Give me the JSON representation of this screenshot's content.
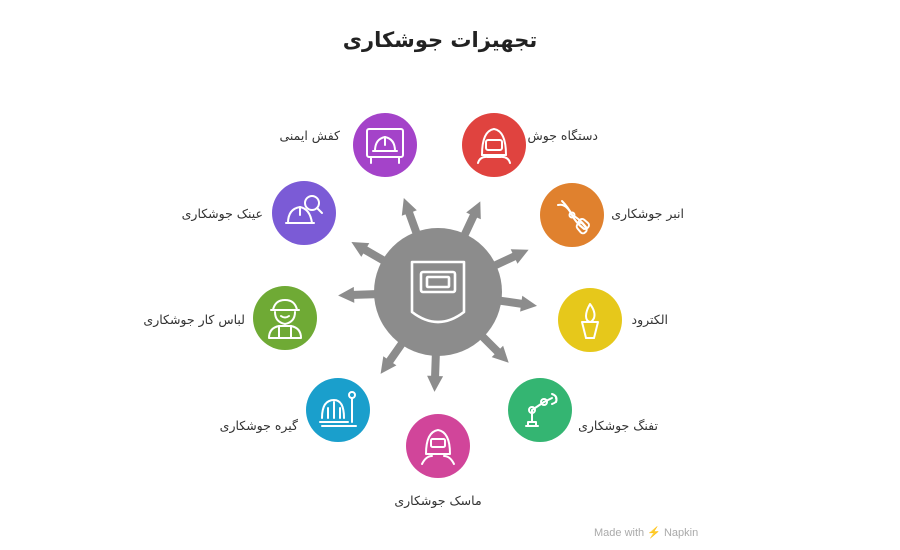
{
  "title": "تجهیزات جوشکاری",
  "hub": {
    "icon": "welding-helmet-icon",
    "color": "#8c8c8c"
  },
  "items": [
    {
      "label": "دستگاه جوش",
      "color": "#e0433f",
      "icon": "welder-helmet-icon"
    },
    {
      "label": "انبر جوشکاری",
      "color": "#e0812e",
      "icon": "pliers-icon"
    },
    {
      "label": "الکترود",
      "color": "#e6c81b",
      "icon": "flame-icon"
    },
    {
      "label": "تفنگ جوشکاری",
      "color": "#34b572",
      "icon": "robot-arm-icon"
    },
    {
      "label": "ماسک جوشکاری",
      "color": "#d1459a",
      "icon": "welder-mask-icon"
    },
    {
      "label": "گیره جوشکاری",
      "color": "#1a9fcc",
      "icon": "clamp-icon"
    },
    {
      "label": "لباس کار جوشکاری",
      "color": "#6faa35",
      "icon": "worker-icon"
    },
    {
      "label": "عینک جوشکاری",
      "color": "#7b5bd6",
      "icon": "helmet-search-icon"
    },
    {
      "label": "کفش ایمنی",
      "color": "#a443c9",
      "icon": "helmet-board-icon"
    }
  ],
  "watermark": {
    "prefix": "Made with",
    "brand": "Napkin"
  }
}
